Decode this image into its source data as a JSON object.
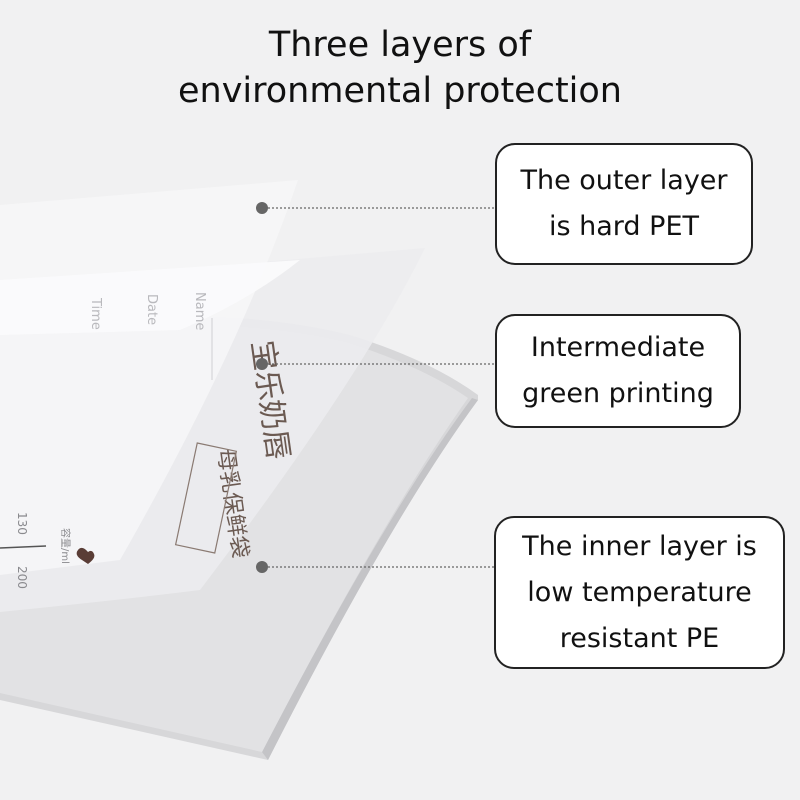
{
  "heading": {
    "line1": "Three layers of",
    "line2": "environmental protection"
  },
  "callouts": {
    "outer": {
      "line1": "The outer layer",
      "line2": "is hard PET"
    },
    "middle": {
      "line1": "Intermediate",
      "line2": "green printing"
    },
    "inner": {
      "line1": "The inner layer is",
      "line2": "low temperature",
      "line3": "resistant PE"
    }
  },
  "printing": {
    "brand": "宝乐奶唇",
    "product": "母乳保鲜袋",
    "field_name": "Name",
    "field_date": "Date",
    "field_time": "Time",
    "volume_label": "容量/ml",
    "scale_1": "130",
    "scale_2": "200"
  },
  "colors": {
    "background": "#f1f1f2",
    "print_brown": "#6b5a52",
    "print_grey": "#b9b9bd",
    "connector": "#666666"
  }
}
